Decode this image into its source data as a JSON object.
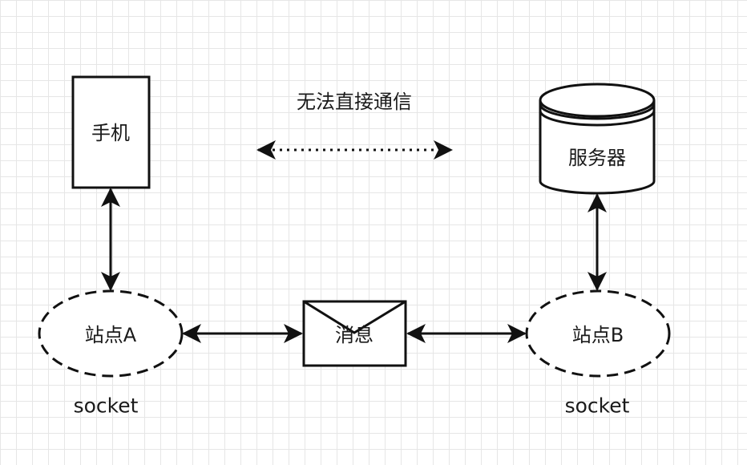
{
  "diagram": {
    "nodes": {
      "phone": {
        "label": "手机",
        "shape": "rectangle"
      },
      "server": {
        "label": "服务器",
        "shape": "cylinder"
      },
      "station_a": {
        "label": "站点A",
        "shape": "dashed-ellipse"
      },
      "station_b": {
        "label": "站点B",
        "shape": "dashed-ellipse"
      },
      "message": {
        "label": "消息",
        "shape": "envelope"
      }
    },
    "annotations": {
      "no_direct": "无法直接通信",
      "socket_a": "socket",
      "socket_b": "socket"
    },
    "edges": [
      {
        "from": "phone",
        "to": "station_a",
        "style": "solid",
        "bidirectional": true
      },
      {
        "from": "server",
        "to": "station_b",
        "style": "solid",
        "bidirectional": true
      },
      {
        "from": "station_a",
        "to": "message",
        "style": "solid",
        "bidirectional": true
      },
      {
        "from": "message",
        "to": "station_b",
        "style": "solid",
        "bidirectional": true
      },
      {
        "from": "phone",
        "to": "server",
        "style": "dotted",
        "bidirectional": true
      }
    ]
  }
}
